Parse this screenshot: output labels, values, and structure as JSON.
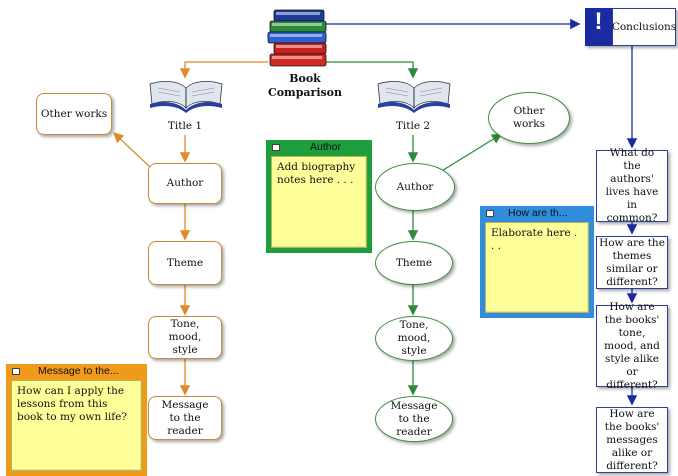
{
  "center": {
    "label": "Book Comparison"
  },
  "left": {
    "title": "Title 1",
    "other_works": "Other works",
    "author": "Author",
    "theme": "Theme",
    "tone": "Tone, mood, style",
    "message": "Message to the reader"
  },
  "right": {
    "title": "Title 2",
    "other_works": "Other works",
    "author": "Author",
    "theme": "Theme",
    "tone": "Tone, mood, style",
    "message": "Message to the reader"
  },
  "conclusions": {
    "header": "Conclusions",
    "items": [
      "What do the authors' lives have in common?",
      "How are the themes similar or different?",
      "How are the books' tone, mood, and style alike or different?",
      "How are the books' messages alike or different?"
    ]
  },
  "notes": {
    "author": {
      "title": "Author",
      "body": "Add biography notes here . . .",
      "color": "#1e9e3c"
    },
    "how": {
      "title": "How are th...",
      "body": "Elaborate here . . .",
      "color": "#2f8ddc"
    },
    "message": {
      "title": "Message to the...",
      "body": "How can I apply the lessons from this book to my own life?",
      "color": "#f09a1c"
    }
  },
  "colors": {
    "orange_line": "#e08a2a",
    "green_line": "#2e8b3a",
    "blue_line": "#1a2aa0"
  },
  "icons": [
    "book-stack-icon",
    "open-book-icon",
    "exclamation-icon"
  ]
}
